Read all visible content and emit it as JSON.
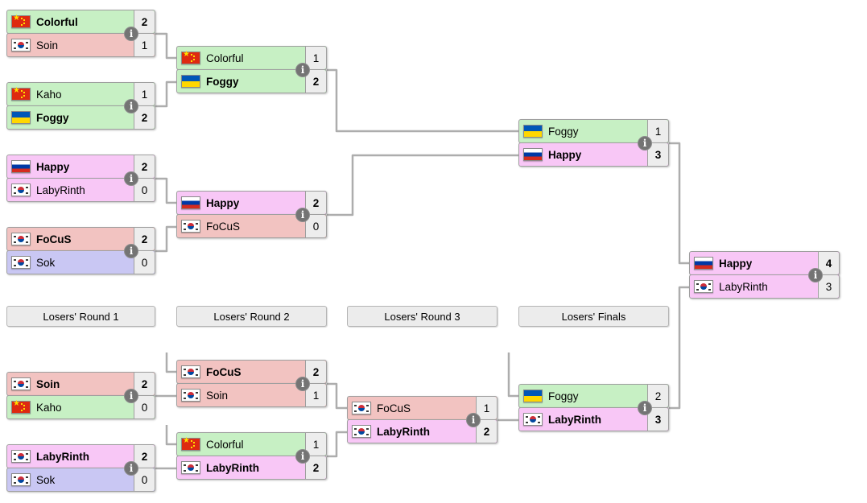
{
  "losers_round_headers": [
    "Losers' Round 1",
    "Losers' Round 2",
    "Losers' Round 3",
    "Losers' Finals"
  ],
  "icons": {
    "info_glyph": "i",
    "flag_names": {
      "cn": "china-flag-icon",
      "kr": "south-korea-flag-icon",
      "ua": "ukraine-flag-icon",
      "ru": "russia-flag-icon"
    }
  },
  "colors": {
    "race_green": "#c7f0c4",
    "race_red": "#f2c3c1",
    "race_pink": "#f8c7f6",
    "race_blue": "#c9c7f3",
    "score_cell_bg": "#ededed",
    "header_bg": "#ececec",
    "connector_line": "#adadad",
    "box_border": "#9f9f9f",
    "info_icon_bg": "#747474"
  },
  "matches": {
    "wr1m1": {
      "p1": {
        "name": "Colorful",
        "country": "cn",
        "race": "green",
        "score": 2,
        "winner": true
      },
      "p2": {
        "name": "Soin",
        "country": "kr",
        "race": "red",
        "score": 1,
        "winner": false
      }
    },
    "wr1m2": {
      "p1": {
        "name": "Kaho",
        "country": "cn",
        "race": "green",
        "score": 1,
        "winner": false
      },
      "p2": {
        "name": "Foggy",
        "country": "ua",
        "race": "green",
        "score": 2,
        "winner": true
      }
    },
    "wr1m3": {
      "p1": {
        "name": "Happy",
        "country": "ru",
        "race": "pink",
        "score": 2,
        "winner": true
      },
      "p2": {
        "name": "LabyRinth",
        "country": "kr",
        "race": "pink",
        "score": 0,
        "winner": false
      }
    },
    "wr1m4": {
      "p1": {
        "name": "FoCuS",
        "country": "kr",
        "race": "red",
        "score": 2,
        "winner": true
      },
      "p2": {
        "name": "Sok",
        "country": "kr",
        "race": "blue",
        "score": 0,
        "winner": false
      }
    },
    "wr2m1": {
      "p1": {
        "name": "Colorful",
        "country": "cn",
        "race": "green",
        "score": 1,
        "winner": false
      },
      "p2": {
        "name": "Foggy",
        "country": "ua",
        "race": "green",
        "score": 2,
        "winner": true
      }
    },
    "wr2m2": {
      "p1": {
        "name": "Happy",
        "country": "ru",
        "race": "pink",
        "score": 2,
        "winner": true
      },
      "p2": {
        "name": "FoCuS",
        "country": "kr",
        "race": "red",
        "score": 0,
        "winner": false
      }
    },
    "wfinal": {
      "p1": {
        "name": "Foggy",
        "country": "ua",
        "race": "green",
        "score": 1,
        "winner": false
      },
      "p2": {
        "name": "Happy",
        "country": "ru",
        "race": "pink",
        "score": 3,
        "winner": true
      }
    },
    "gfinal": {
      "p1": {
        "name": "Happy",
        "country": "ru",
        "race": "pink",
        "score": 4,
        "winner": true
      },
      "p2": {
        "name": "LabyRinth",
        "country": "kr",
        "race": "pink",
        "score": 3,
        "winner": false
      }
    },
    "lr1m1": {
      "p1": {
        "name": "Soin",
        "country": "kr",
        "race": "red",
        "score": 2,
        "winner": true
      },
      "p2": {
        "name": "Kaho",
        "country": "cn",
        "race": "green",
        "score": 0,
        "winner": false
      }
    },
    "lr1m2": {
      "p1": {
        "name": "LabyRinth",
        "country": "kr",
        "race": "pink",
        "score": 2,
        "winner": true
      },
      "p2": {
        "name": "Sok",
        "country": "kr",
        "race": "blue",
        "score": 0,
        "winner": false
      }
    },
    "lr2m1": {
      "p1": {
        "name": "FoCuS",
        "country": "kr",
        "race": "red",
        "score": 2,
        "winner": true
      },
      "p2": {
        "name": "Soin",
        "country": "kr",
        "race": "red",
        "score": 1,
        "winner": false
      }
    },
    "lr2m2": {
      "p1": {
        "name": "Colorful",
        "country": "cn",
        "race": "green",
        "score": 1,
        "winner": false
      },
      "p2": {
        "name": "LabyRinth",
        "country": "kr",
        "race": "pink",
        "score": 2,
        "winner": true
      }
    },
    "lr3": {
      "p1": {
        "name": "FoCuS",
        "country": "kr",
        "race": "red",
        "score": 1,
        "winner": false
      },
      "p2": {
        "name": "LabyRinth",
        "country": "kr",
        "race": "pink",
        "score": 2,
        "winner": true
      }
    },
    "lfinal": {
      "p1": {
        "name": "Foggy",
        "country": "ua",
        "race": "green",
        "score": 2,
        "winner": false
      },
      "p2": {
        "name": "LabyRinth",
        "country": "kr",
        "race": "pink",
        "score": 3,
        "winner": true
      }
    }
  }
}
